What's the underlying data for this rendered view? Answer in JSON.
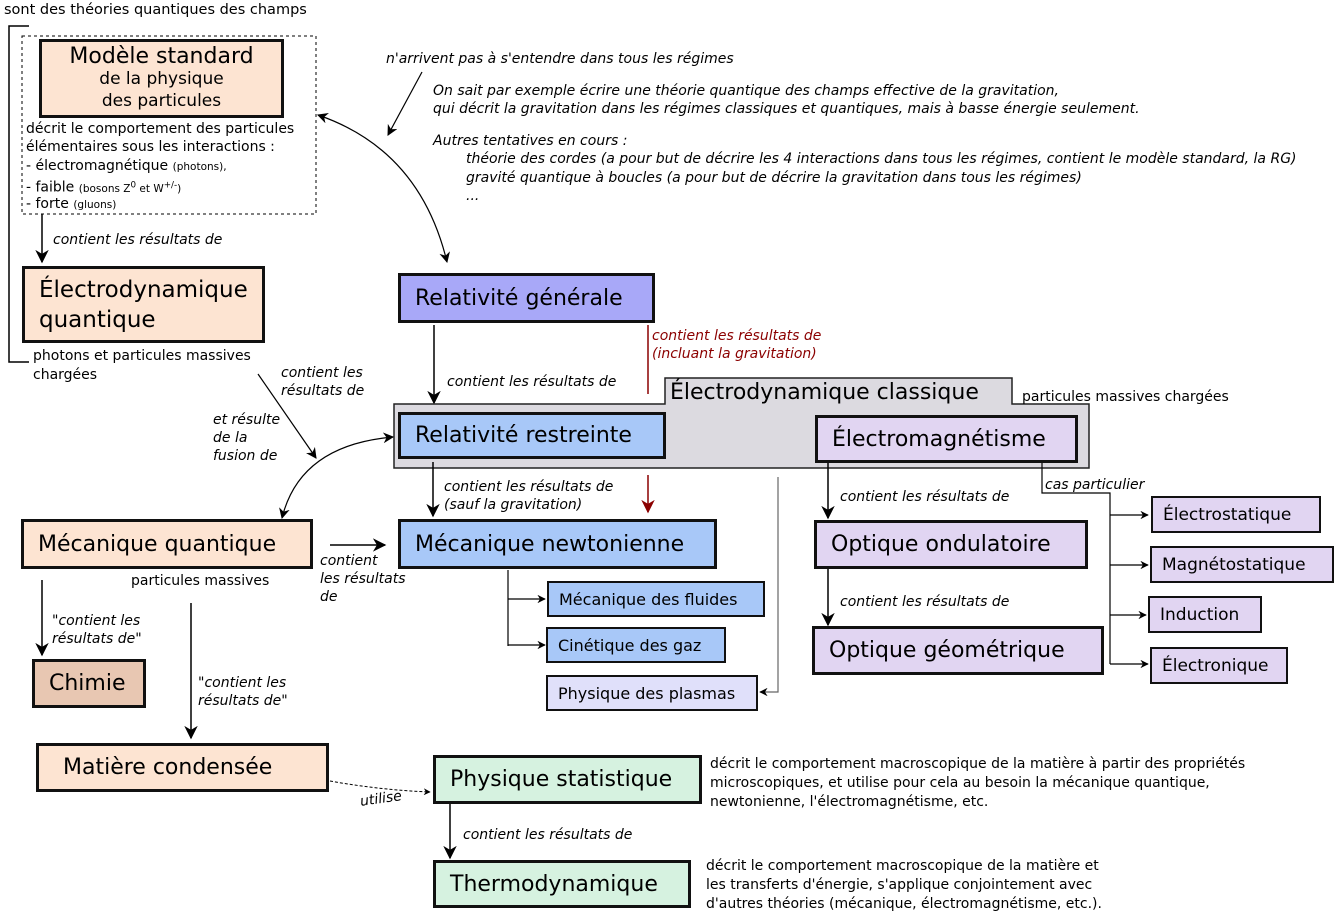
{
  "top_caption": "sont des théories quantiques des champs",
  "boxes": {
    "modele_standard": {
      "line1": "Modèle standard",
      "line2": "de la physique",
      "line3": "des particules"
    },
    "electrodynamique_quantique": {
      "line1": "Électrodynamique",
      "line2": "quantique"
    },
    "relativite_generale": "Relativité générale",
    "electrodynamique_classique": "Électrodynamique classique",
    "relativite_restreinte": "Relativité restreinte",
    "electromagnetisme": "Électromagnétisme",
    "mecanique_quantique": "Mécanique quantique",
    "mecanique_newtonienne": "Mécanique newtonienne",
    "mecanique_fluides": "Mécanique des fluides",
    "cinetique_gaz": "Cinétique des gaz",
    "physique_plasmas": "Physique des plasmas",
    "optique_ondulatoire": "Optique ondulatoire",
    "optique_geometrique": "Optique géométrique",
    "electrostatique": "Électrostatique",
    "magnetostatique": "Magnétostatique",
    "induction": "Induction",
    "electronique": "Électronique",
    "chimie": "Chimie",
    "matiere_condensee": "Matière condensée",
    "physique_statistique": "Physique statistique",
    "thermodynamique": "Thermodynamique"
  },
  "modele_standard_desc": {
    "line1": "décrit le comportement des particules",
    "line2": "élémentaires sous les interactions :",
    "em": "- électromagnétique",
    "em_note": "(photons),",
    "faible": "- faible",
    "faible_note": "(bosons Z",
    "faible_sup1": "0",
    "faible_mid": " et W",
    "faible_sup2": "+/-",
    "faible_end": ")",
    "forte": "- forte",
    "forte_note": "(gluons)"
  },
  "notes": {
    "disagree": "n'arrivent pas à s'entendre dans tous les régimes",
    "qft_grav_1": "On sait par exemple écrire une théorie quantique des champs effective de la gravitation,",
    "qft_grav_2": "qui décrit la gravitation dans les régimes classiques et quantiques, mais à basse énergie seulement.",
    "autres": "Autres tentatives en cours :",
    "cordes": "théorie des cordes (a pour but de décrire les 4 interactions dans tous les régimes, contient le modèle standard, la RG)",
    "boucles": "gravité quantique à boucles (a pour but de décrire la gravitation dans tous les régimes)",
    "ellipsis": "...",
    "photons_massives_1": "photons et particules massives",
    "photons_massives_2": "chargées",
    "particules_massives_chargees": "particules massives chargées",
    "particules_massives": "particules massives",
    "stat_desc_1": "décrit le comportement macroscopique de la matière à partir des propriétés",
    "stat_desc_2": "microscopiques, et utilise pour cela au besoin la mécanique quantique,",
    "stat_desc_3": "newtonienne, l'électromagnétisme, etc.",
    "thermo_desc_1": "décrit le comportement macroscopique de la matière et",
    "thermo_desc_2": "les transferts d'énergie, s'applique conjointement avec",
    "thermo_desc_3": "d'autres théories (mécanique, électromagnétisme, etc.)."
  },
  "edge_labels": {
    "ms_to_edq": "contient les résultats de",
    "rg_to_rr": "contient les résultats de",
    "rg_red_1": "contient les résultats de",
    "rg_red_2": "(incluant la gravitation)",
    "edq_1": "contient les",
    "edq_2": "résultats de",
    "fusion_1": "et résulte",
    "fusion_2": "de la",
    "fusion_3": "fusion de",
    "rr_to_mn_1": "contient les résultats de",
    "rr_to_mn_2": "(sauf la gravitation)",
    "mq_to_mn_1": "contient",
    "mq_to_mn_2": "les résultats",
    "mq_to_mn_3": "de",
    "em_to_oo": "contient les résultats de",
    "oo_to_og": "contient les résultats de",
    "cas_particulier": "cas particulier",
    "mq_to_chimie_1": "\"contient les",
    "mq_to_chimie_2": "résultats de\"",
    "mq_to_mc_1": "\"contient les",
    "mq_to_mc_2": "résultats de\"",
    "utilise": "utilise",
    "ps_to_thermo": "contient les résultats de"
  },
  "colors": {
    "peach": "#fde4d2",
    "chimie": "#e8c7b2",
    "relativite_generale": "#a8a8f8",
    "blue": "#a8c8f8",
    "lilac": "#e1d5f2",
    "plasma": "#e0e0fa",
    "green": "#d6f2e0",
    "classique_group": "#dcdae0",
    "red_edge": "#8b0000"
  }
}
